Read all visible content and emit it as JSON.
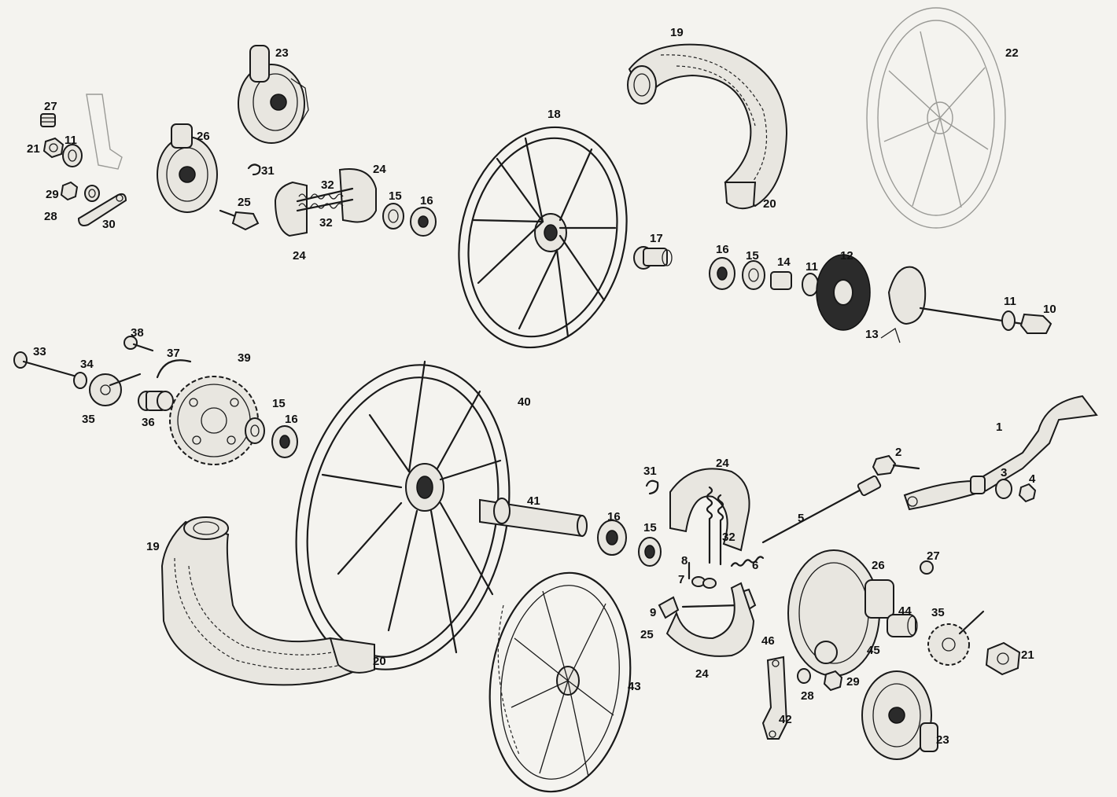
{
  "callouts": [
    {
      "id": "c1",
      "label": "1"
    },
    {
      "id": "c2",
      "label": "2"
    },
    {
      "id": "c3",
      "label": "3"
    },
    {
      "id": "c4",
      "label": "4"
    },
    {
      "id": "c5",
      "label": "5"
    },
    {
      "id": "c6",
      "label": "6"
    },
    {
      "id": "c7",
      "label": "7"
    },
    {
      "id": "c8",
      "label": "8"
    },
    {
      "id": "c9",
      "label": "9"
    },
    {
      "id": "c10",
      "label": "10"
    },
    {
      "id": "c11a",
      "label": "11"
    },
    {
      "id": "c11b",
      "label": "11"
    },
    {
      "id": "c11c",
      "label": "11"
    },
    {
      "id": "c12",
      "label": "12"
    },
    {
      "id": "c13",
      "label": "13"
    },
    {
      "id": "c14",
      "label": "14"
    },
    {
      "id": "c15a",
      "label": "15"
    },
    {
      "id": "c15b",
      "label": "15"
    },
    {
      "id": "c15c",
      "label": "15"
    },
    {
      "id": "c15d",
      "label": "15"
    },
    {
      "id": "c16a",
      "label": "16"
    },
    {
      "id": "c16b",
      "label": "16"
    },
    {
      "id": "c16c",
      "label": "16"
    },
    {
      "id": "c16d",
      "label": "16"
    },
    {
      "id": "c17",
      "label": "17"
    },
    {
      "id": "c18",
      "label": "18"
    },
    {
      "id": "c19a",
      "label": "19"
    },
    {
      "id": "c19b",
      "label": "19"
    },
    {
      "id": "c20a",
      "label": "20"
    },
    {
      "id": "c20b",
      "label": "20"
    },
    {
      "id": "c21a",
      "label": "21"
    },
    {
      "id": "c21b",
      "label": "21"
    },
    {
      "id": "c22",
      "label": "22"
    },
    {
      "id": "c23a",
      "label": "23"
    },
    {
      "id": "c23b",
      "label": "23"
    },
    {
      "id": "c24a",
      "label": "24"
    },
    {
      "id": "c24b",
      "label": "24"
    },
    {
      "id": "c24c",
      "label": "24"
    },
    {
      "id": "c24d",
      "label": "24"
    },
    {
      "id": "c25a",
      "label": "25"
    },
    {
      "id": "c25b",
      "label": "25"
    },
    {
      "id": "c26a",
      "label": "26"
    },
    {
      "id": "c26b",
      "label": "26"
    },
    {
      "id": "c27a",
      "label": "27"
    },
    {
      "id": "c27b",
      "label": "27"
    },
    {
      "id": "c28a",
      "label": "28"
    },
    {
      "id": "c28b",
      "label": "28"
    },
    {
      "id": "c29a",
      "label": "29"
    },
    {
      "id": "c29b",
      "label": "29"
    },
    {
      "id": "c30",
      "label": "30"
    },
    {
      "id": "c31a",
      "label": "31"
    },
    {
      "id": "c31b",
      "label": "31"
    },
    {
      "id": "c32a",
      "label": "32"
    },
    {
      "id": "c32b",
      "label": "32"
    },
    {
      "id": "c32c",
      "label": "32"
    },
    {
      "id": "c33",
      "label": "33"
    },
    {
      "id": "c34",
      "label": "34"
    },
    {
      "id": "c35a",
      "label": "35"
    },
    {
      "id": "c35b",
      "label": "35"
    },
    {
      "id": "c36",
      "label": "36"
    },
    {
      "id": "c37",
      "label": "37"
    },
    {
      "id": "c38",
      "label": "38"
    },
    {
      "id": "c39",
      "label": "39"
    },
    {
      "id": "c40",
      "label": "40"
    },
    {
      "id": "c41",
      "label": "41"
    },
    {
      "id": "c42",
      "label": "42"
    },
    {
      "id": "c43",
      "label": "43"
    },
    {
      "id": "c44",
      "label": "44"
    },
    {
      "id": "c45",
      "label": "45"
    },
    {
      "id": "c46",
      "label": "46"
    }
  ]
}
